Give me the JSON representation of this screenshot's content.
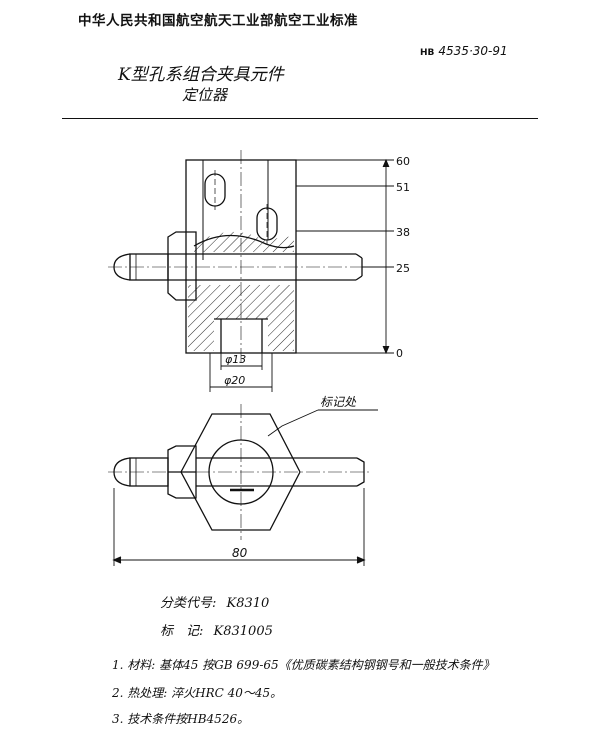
{
  "header": {
    "organization": "中华人民共和国航空航天工业部航空工业标准",
    "standard_prefix": "HB",
    "standard_number": "4535·30-91"
  },
  "title": {
    "line1": "K型孔系组合夹具元件",
    "line2": "定位器"
  },
  "drawing": {
    "height_marks": [
      "60",
      "51",
      "38",
      "25",
      "0"
    ],
    "dia_small": "φ13",
    "dia_large": "φ20",
    "marking_label": "标记处",
    "width_dim": "80"
  },
  "classification": {
    "code_label": "分类代号:",
    "code_value": "K8310",
    "mark_label": "标　记:",
    "mark_value": "K831005"
  },
  "notes": [
    "1. 材料: 基体45  按GB 699-65《优质碳素结构钢钢号和一般技术条件》",
    "2. 热处理: 淬火HRC 40～45。",
    "3. 技术条件按HB4526。"
  ],
  "colors": {
    "ink": "#111111",
    "paper": "#ffffff"
  }
}
